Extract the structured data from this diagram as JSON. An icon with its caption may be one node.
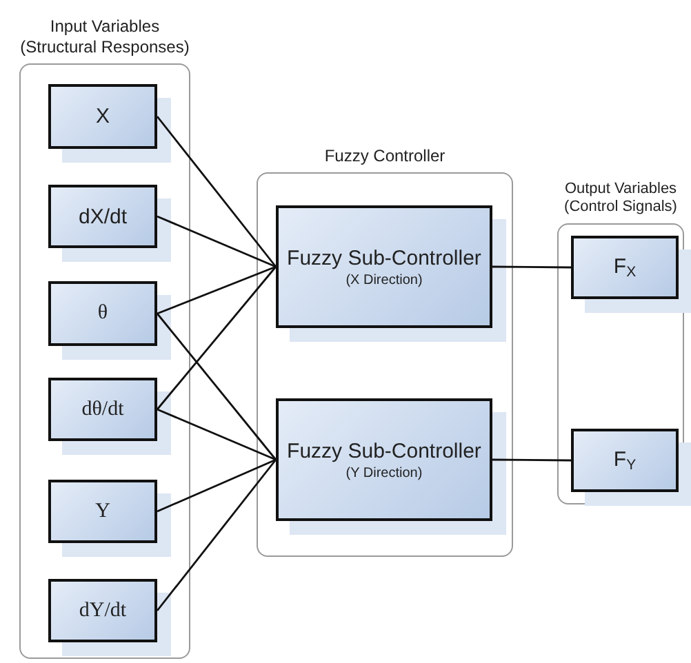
{
  "diagram": {
    "nodes": [
      {
        "text": [
          "Input Variables (Structural Responses)"
        ]
      },
      {
        "text": [
          "X"
        ],
        "in": 0
      },
      {
        "text": [
          "dX/dt"
        ],
        "in": 0
      },
      {
        "text": [
          "θ"
        ],
        "in": 0
      },
      {
        "text": [
          "dθ/dt"
        ],
        "in": 0
      },
      {
        "text": [
          "Y"
        ],
        "in": 0
      },
      {
        "text": [
          "dY/dt"
        ],
        "in": 0
      },
      {
        "text": [
          "Fuzzy Controller"
        ]
      },
      {
        "text": [
          "Fuzzy Sub-Controller",
          "(X Direction)"
        ],
        "in": 7
      },
      {
        "text": [
          "Fuzzy Sub-Controller",
          "(Y Direction)"
        ],
        "in": 7
      },
      {
        "text": [
          "Output Variables (Control Signals)"
        ]
      },
      {
        "text": [
          "F$_{X}$"
        ],
        "in": 10
      },
      {
        "text": [
          "F$_{Y}$"
        ],
        "in": 10
      }
    ],
    "edges": [
      {
        "from": 1,
        "to": 8,
        "arrow": "none"
      },
      {
        "from": 2,
        "to": 8,
        "arrow": "none"
      },
      {
        "from": 3,
        "to": 8,
        "arrow": "none"
      },
      {
        "from": 3,
        "to": 9,
        "arrow": "none"
      },
      {
        "from": 4,
        "to": 8,
        "arrow": "none"
      },
      {
        "from": 4,
        "to": 9,
        "arrow": "none"
      },
      {
        "from": 5,
        "to": 9,
        "arrow": "none"
      },
      {
        "from": 6,
        "to": 9,
        "arrow": "none"
      },
      {
        "from": 8,
        "to": 11,
        "arrow": "none"
      },
      {
        "from": 9,
        "to": 12,
        "arrow": "none"
      }
    ]
  }
}
